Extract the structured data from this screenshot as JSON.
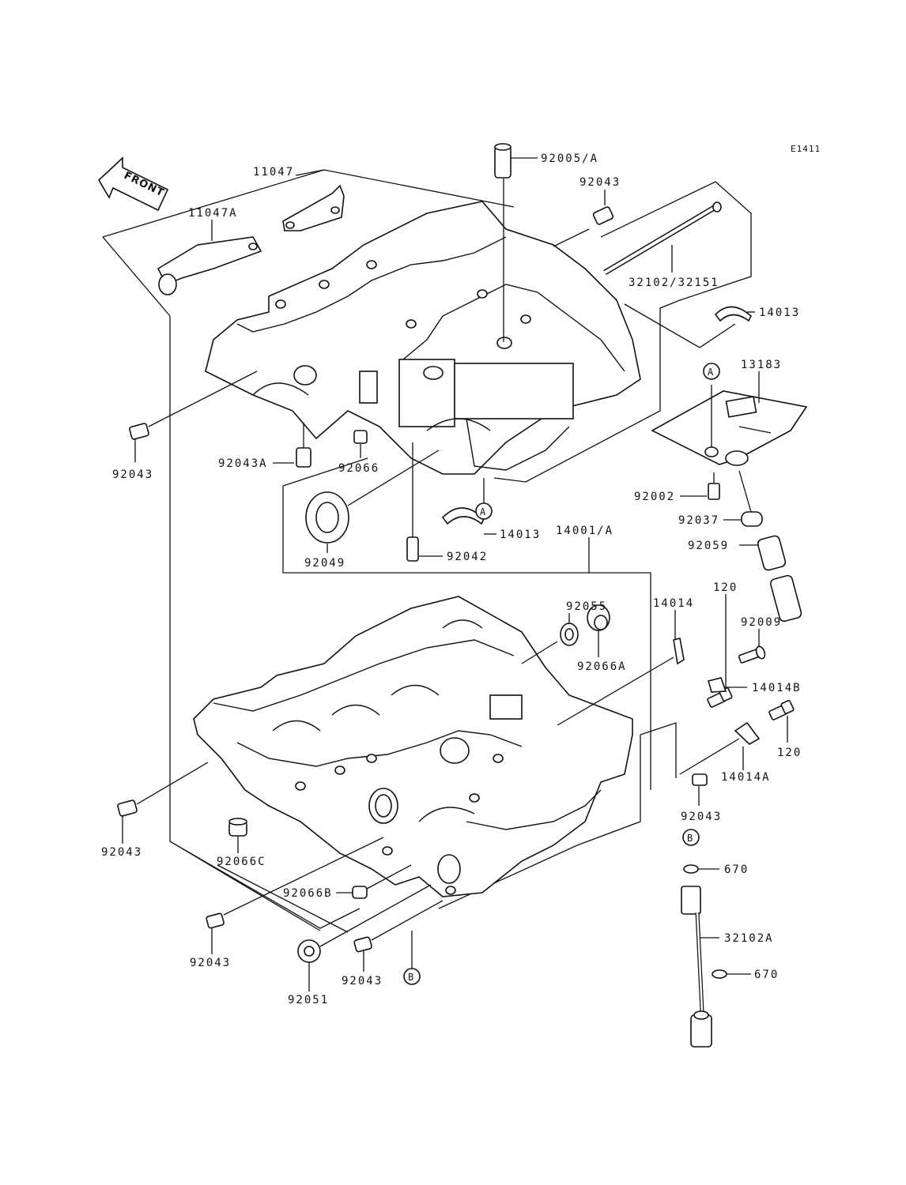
{
  "diagram_code": "E1411",
  "front_label": "FRONT",
  "ref_marks": {
    "a": "A",
    "b": "B"
  },
  "labels": {
    "l11047": "11047",
    "l11047a": "11047A",
    "l92005a": "92005/A",
    "l92043_top": "92043",
    "l32102": "32102/32151",
    "l14013_r": "14013",
    "l13183": "13183",
    "l92043_left": "92043",
    "l92043a": "92043A",
    "l92066": "92066",
    "l92049": "92049",
    "l92042": "92042",
    "l14013_c": "14013",
    "l14001a": "14001/A",
    "l92002": "92002",
    "l92037": "92037",
    "l92059": "92059",
    "l92055": "92055",
    "l92066a": "92066A",
    "l14014": "14014",
    "l120_a": "120",
    "l92009": "92009",
    "l14014b": "14014B",
    "l120_b": "120",
    "l14014a": "14014A",
    "l92043_r": "92043",
    "l92043_ll": "92043",
    "l92066c": "92066C",
    "l92066b": "92066B",
    "l92043_bl": "92043",
    "l92051": "92051",
    "l92043_bm": "92043",
    "l670_a": "670",
    "l32102a": "32102A",
    "l670_b": "670"
  }
}
